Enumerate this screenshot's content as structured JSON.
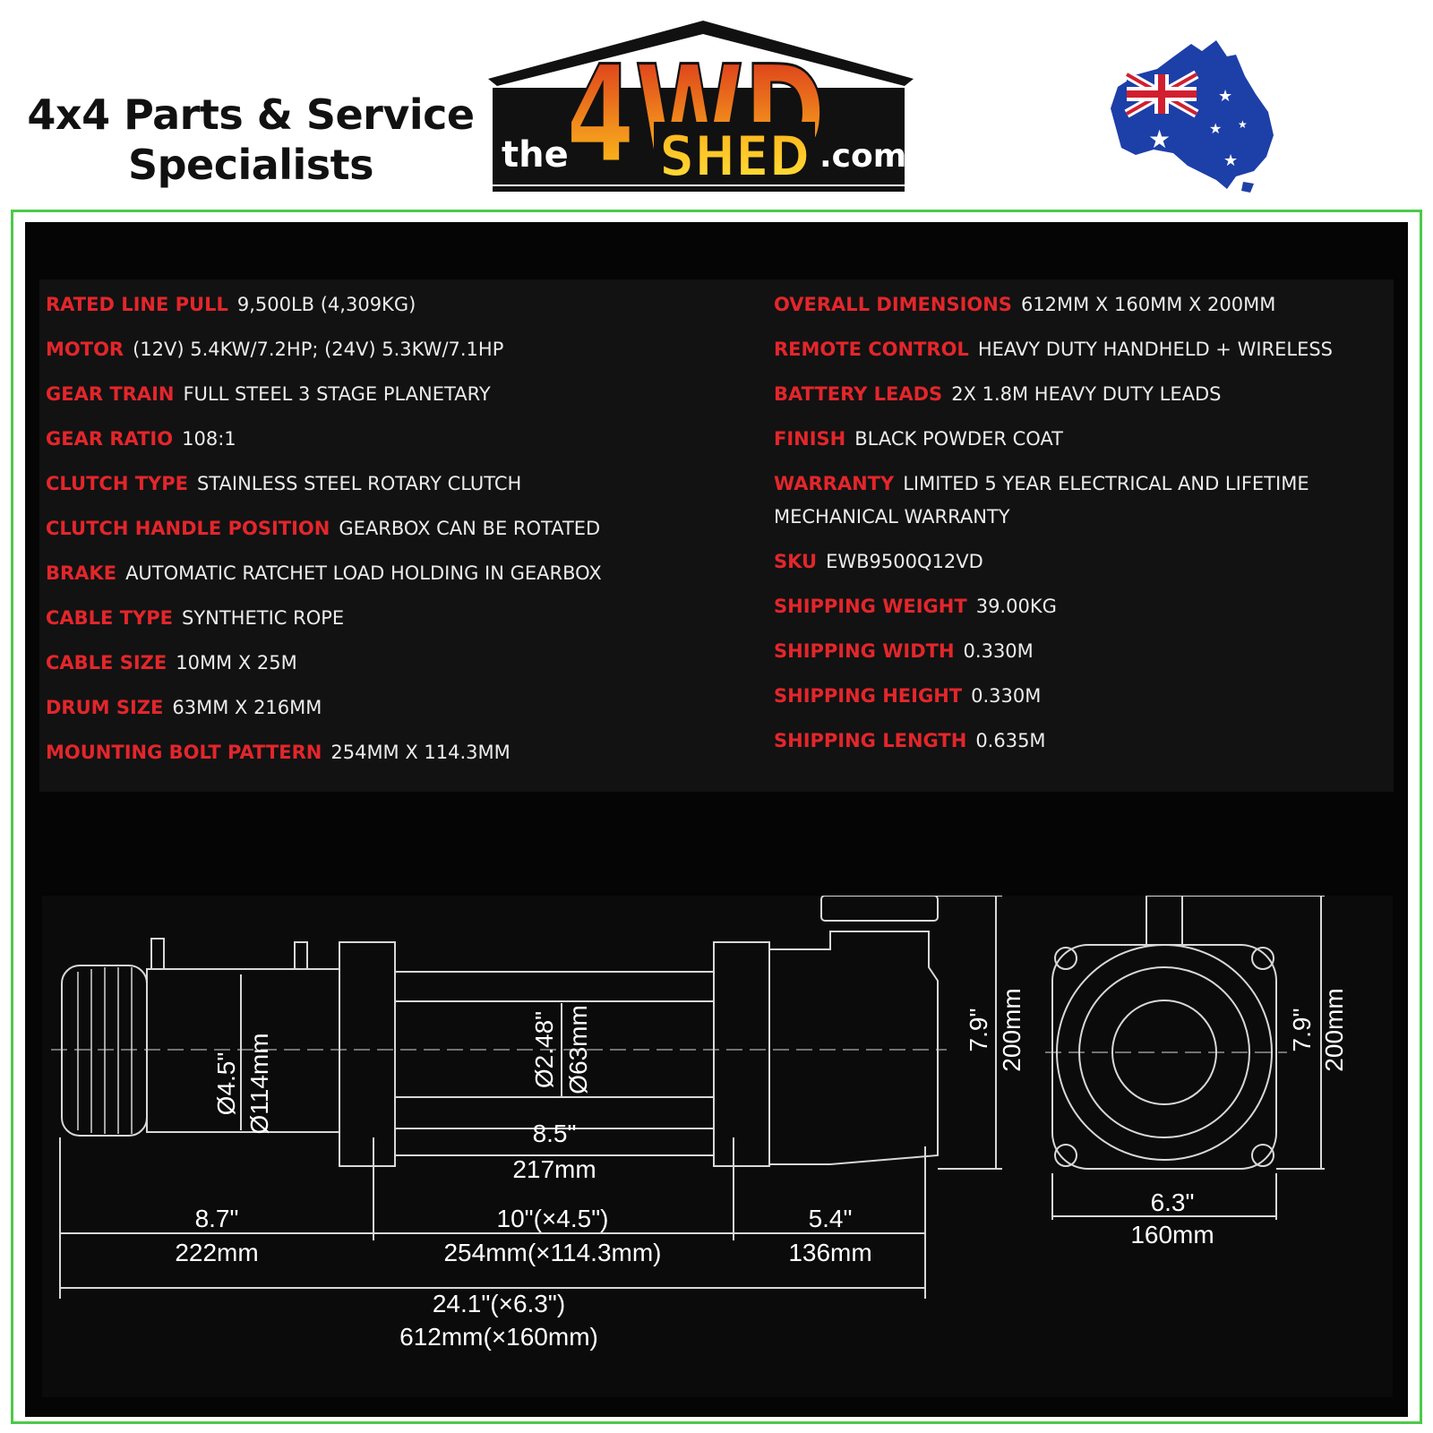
{
  "header": {
    "tagline_line1": "4x4 Parts & Service",
    "tagline_line2": "Specialists",
    "logo": {
      "the": "the",
      "big": "4WD",
      "shed": "SHED",
      "domain": ".com"
    }
  },
  "specs_left": [
    {
      "key": "RATED LINE PULL",
      "value": "9,500LB (4,309KG)"
    },
    {
      "key": "MOTOR",
      "value": "(12V) 5.4KW/7.2HP; (24V) 5.3KW/7.1HP"
    },
    {
      "key": "GEAR TRAIN",
      "value": "FULL STEEL 3 STAGE PLANETARY"
    },
    {
      "key": "GEAR RATIO",
      "value": "108:1"
    },
    {
      "key": "CLUTCH TYPE",
      "value": "STAINLESS STEEL ROTARY CLUTCH"
    },
    {
      "key": "CLUTCH HANDLE POSITION",
      "value": "GEARBOX CAN BE ROTATED"
    },
    {
      "key": "BRAKE",
      "value": "AUTOMATIC RATCHET LOAD HOLDING IN GEARBOX"
    },
    {
      "key": "CABLE TYPE",
      "value": "SYNTHETIC ROPE"
    },
    {
      "key": "CABLE SIZE",
      "value": "10MM X 25M"
    },
    {
      "key": "DRUM SIZE",
      "value": "63MM X 216MM"
    },
    {
      "key": "MOUNTING BOLT PATTERN",
      "value": "254MM X 114.3MM"
    }
  ],
  "specs_right": [
    {
      "key": "OVERALL DIMENSIONS",
      "value": "612MM X 160MM X 200MM"
    },
    {
      "key": "REMOTE CONTROL",
      "value": "HEAVY DUTY HANDHELD + WIRELESS"
    },
    {
      "key": "BATTERY LEADS",
      "value": "2X 1.8M HEAVY DUTY LEADS"
    },
    {
      "key": "FINISH",
      "value": "BLACK POWDER COAT"
    },
    {
      "key": "WARRANTY",
      "value": "LIMITED 5 YEAR ELECTRICAL AND LIFETIME MECHANICAL WARRANTY"
    },
    {
      "key": "SKU",
      "value": "EWB9500Q12VD"
    },
    {
      "key": "SHIPPING WEIGHT",
      "value": "39.00KG"
    },
    {
      "key": "SHIPPING WIDTH",
      "value": "0.330M"
    },
    {
      "key": "SHIPPING HEIGHT",
      "value": "0.330M"
    },
    {
      "key": "SHIPPING LENGTH",
      "value": "0.635M"
    }
  ],
  "dimensions": {
    "motor_dia_in": "Ø4.5\"",
    "motor_dia_mm": "Ø114mm",
    "drum_dia_in": "Ø2.48\"",
    "drum_dia_mm": "Ø63mm",
    "drum_len_in": "8.5\"",
    "drum_len_mm": "217mm",
    "height_in": "7.9\"",
    "height_mm": "200mm",
    "height2_in": "7.9\"",
    "height2_mm": "200mm",
    "width_in": "6.3\"",
    "width_mm": "160mm",
    "motor_len_in": "8.7\"",
    "motor_len_mm": "222mm",
    "bolt_in": "10\"(×4.5\")",
    "bolt_mm": "254mm(×114.3mm)",
    "gear_len_in": "5.4\"",
    "gear_len_mm": "136mm",
    "overall_in": "24.1\"(×6.3\")",
    "overall_mm": "612mm(×160mm)"
  },
  "colors": {
    "key_red": "#e3262b",
    "frame_green": "#4cc94a",
    "logo_orange": "#f08a1c",
    "logo_red": "#d8281c"
  }
}
